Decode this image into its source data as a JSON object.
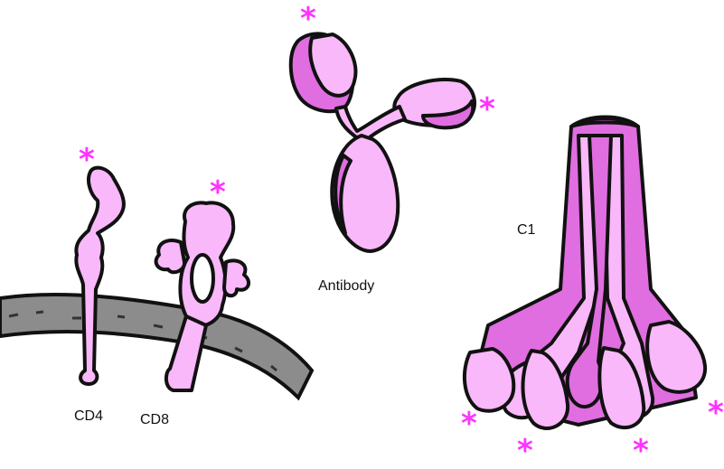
{
  "labels": {
    "cd4": "CD4",
    "cd8": "CD8",
    "antibody": "Antibody",
    "c1": "C1"
  },
  "marker": {
    "glyph": "*",
    "color": "#ff33ff"
  },
  "colors": {
    "protein_light": "#f9b8f9",
    "protein_dark": "#e06ee0",
    "outline": "#111111",
    "membrane": "#8c8c8c"
  }
}
